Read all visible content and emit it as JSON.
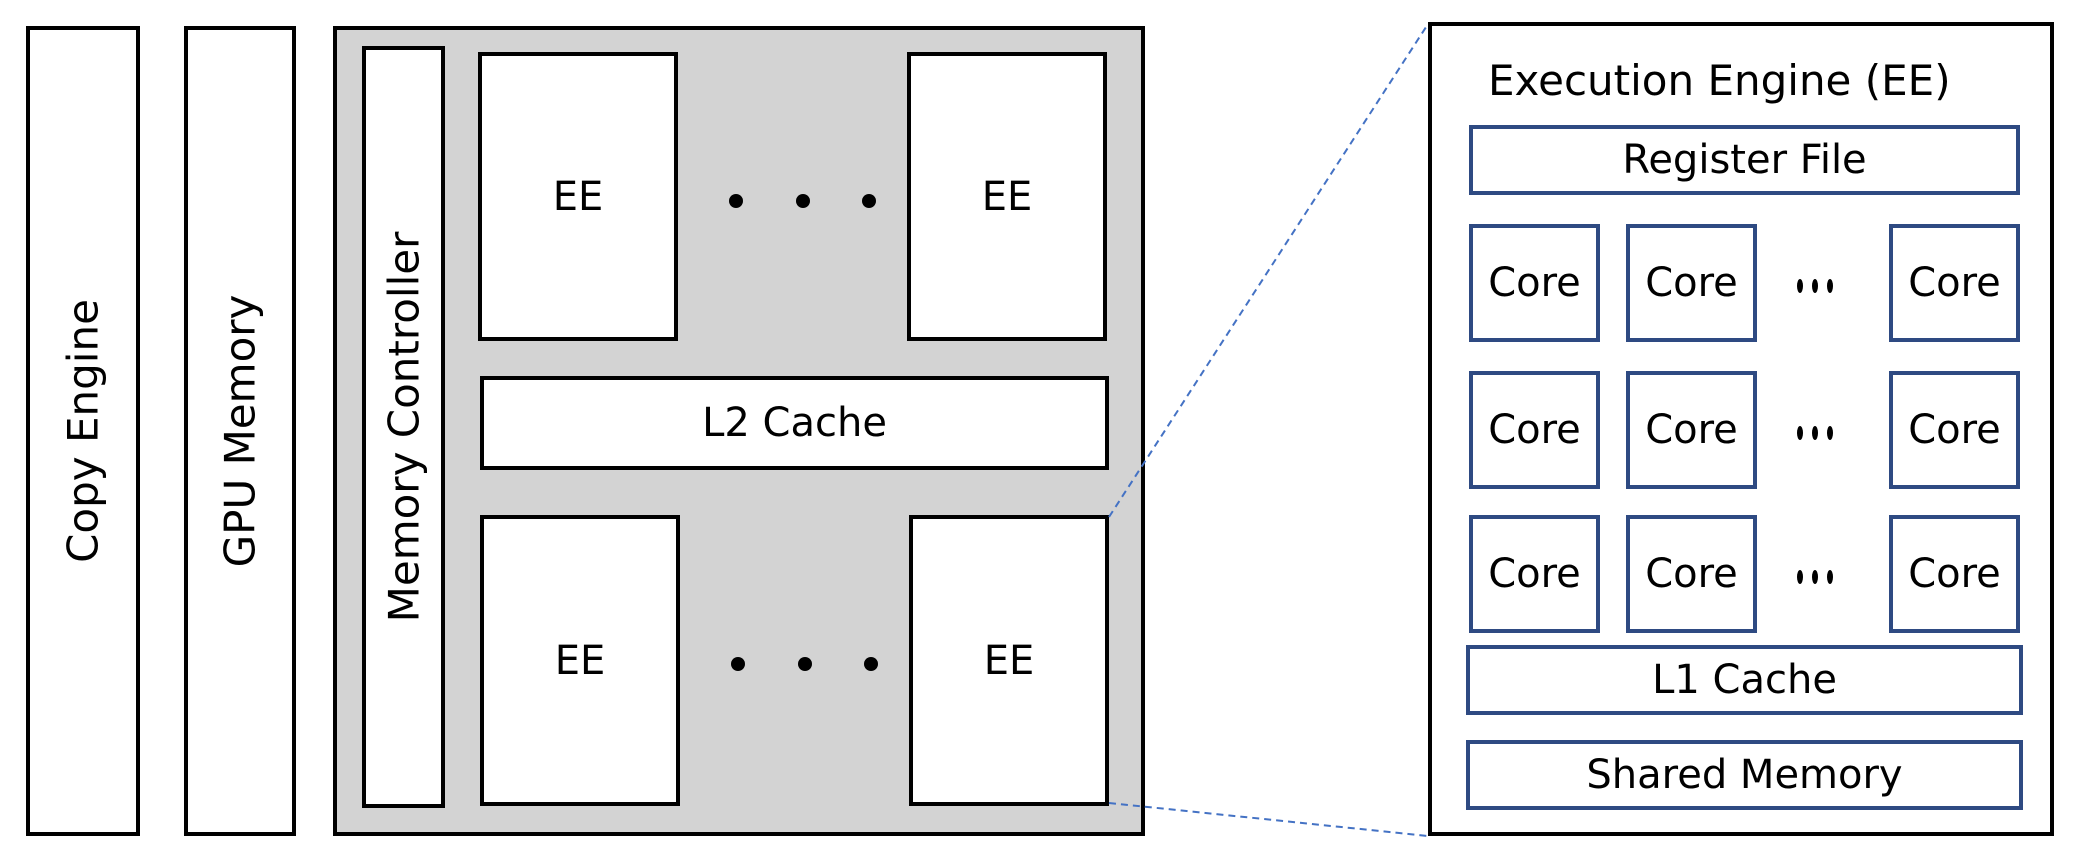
{
  "copy_engine": {
    "label": "Copy Engine"
  },
  "gpu_memory": {
    "label": "GPU Memory"
  },
  "gpu_chip": {
    "memory_controller": "Memory Controller",
    "ee_top": [
      "EE",
      "EE"
    ],
    "l2_cache": "L2 Cache",
    "ee_bottom": [
      "EE",
      "EE"
    ]
  },
  "ee_detail": {
    "title": "Execution Engine (EE)",
    "register_file": "Register File",
    "core_rows": [
      [
        "Core",
        "Core",
        "Core"
      ],
      [
        "Core",
        "Core",
        "Core"
      ],
      [
        "Core",
        "Core",
        "Core"
      ]
    ],
    "l1_cache": "L1 Cache",
    "shared_memory": "Shared Memory"
  },
  "colors": {
    "outline": "#000000",
    "detail_outline": "#2e4a82",
    "chip_fill": "#d3d3d3",
    "connector": "#4472c4"
  }
}
